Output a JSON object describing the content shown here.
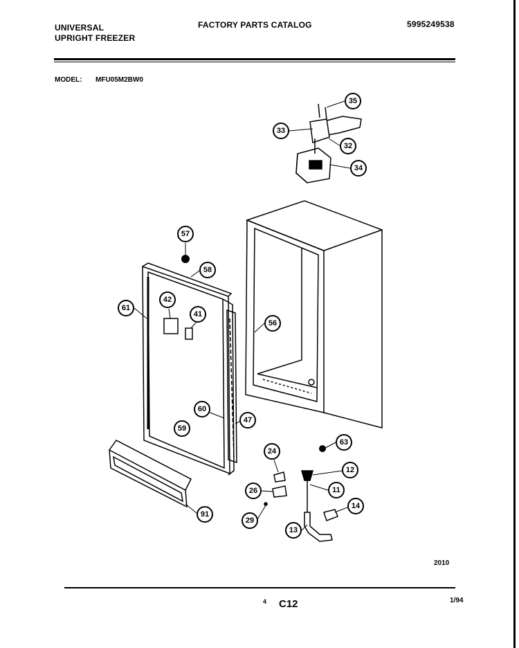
{
  "header": {
    "brand_line1": "UNIVERSAL",
    "brand_line2": "UPRIGHT FREEZER",
    "catalog_title": "FACTORY PARTS CATALOG",
    "catalog_number": "5995249538"
  },
  "model": {
    "label": "MODEL:",
    "value": "MFU05M2BW0"
  },
  "callouts": [
    "35",
    "33",
    "32",
    "34",
    "57",
    "58",
    "42",
    "41",
    "61",
    "56",
    "60",
    "47",
    "59",
    "63",
    "24",
    "12",
    "26",
    "11",
    "14",
    "29",
    "13",
    "91"
  ],
  "footer": {
    "code": "2010",
    "page_small": "4",
    "page_label": "C12",
    "date": "1/94"
  }
}
